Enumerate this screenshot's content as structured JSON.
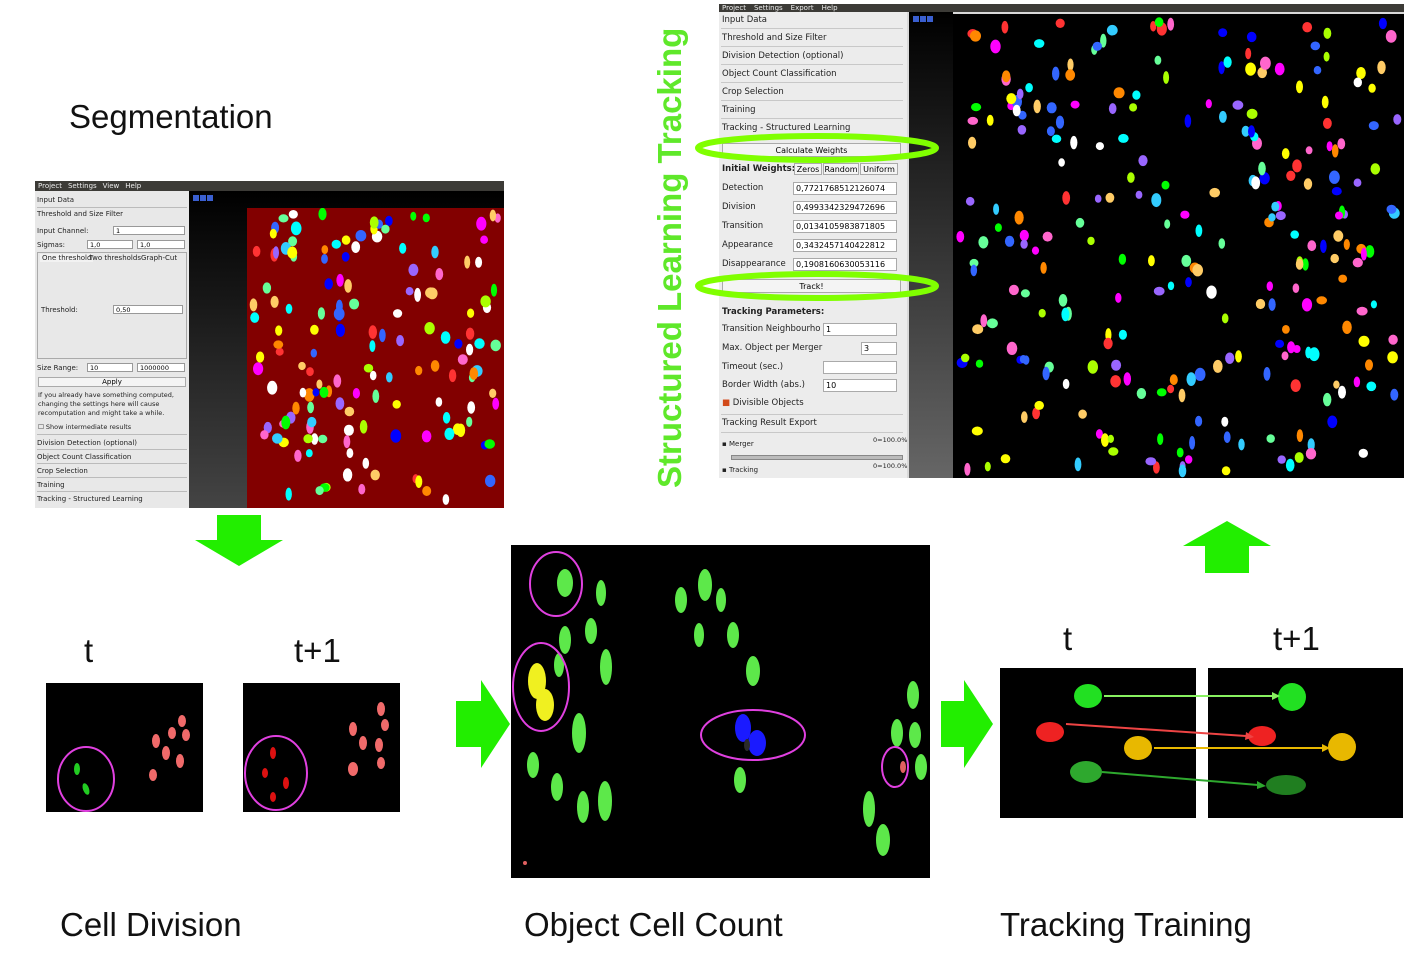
{
  "labels": {
    "segmentation": "Segmentation",
    "structured_learning_tracking": "Structured Learning Tracking",
    "cell_division": "Cell Division",
    "object_cell_count": "Object Cell Count",
    "tracking_training": "Tracking Training",
    "t_left": "t",
    "t1_left": "t+1",
    "t_right": "t",
    "t1_right": "t+1"
  },
  "colors": {
    "arrow_green": "#22ee00",
    "highlight_green": "#80ff00",
    "circle_magenta": "#e040e0",
    "seg_background": "#820000",
    "vertical_title": "#5fe82a"
  },
  "segmentation_app": {
    "menu": [
      "Project",
      "Settings",
      "View",
      "Help"
    ],
    "input_data": "Input Data",
    "threshold_filter": "Threshold and Size Filter",
    "input_channel_label": "Input Channel:",
    "input_channel_value": "1",
    "sigmas_label": "Sigmas:",
    "sigma1": "1,0",
    "sigma2": "1,0",
    "tabs": [
      "One threshold",
      "Two thresholds",
      "Graph-Cut"
    ],
    "threshold_label": "Threshold:",
    "threshold_value": "0,50",
    "size_range_label": "Size Range:",
    "size_min": "10",
    "size_max": "1000000",
    "apply": "Apply",
    "note": "If you already have something computed, changing the settings here will cause recomputation and might take a while.",
    "show_intermediate": "Show intermediate results",
    "nav_items": [
      "Division Detection (optional)",
      "Object Count Classification",
      "Crop Selection",
      "Training",
      "Tracking - Structured Learning"
    ]
  },
  "tracking_app": {
    "menu": [
      "Project",
      "Settings",
      "Export",
      "Help"
    ],
    "applets": [
      "Input Data",
      "Threshold and Size Filter",
      "Division Detection (optional)",
      "Object Count Classification",
      "Crop Selection",
      "Training",
      "Tracking - Structured Learning"
    ],
    "calculate_weights": "Calculate Weights",
    "initial_weights": "Initial Weights:",
    "weight_buttons": [
      "Zeros",
      "Random",
      "Uniform"
    ],
    "weights": [
      {
        "name": "Detection",
        "value": "0,7721768512126074"
      },
      {
        "name": "Division",
        "value": "0,4993342329472696"
      },
      {
        "name": "Transition",
        "value": "0,0134105983871805"
      },
      {
        "name": "Appearance",
        "value": "0,3432457140422812"
      },
      {
        "name": "Disappearance",
        "value": "0,1908160630053116"
      }
    ],
    "track": "Track!",
    "tracking_parameters": "Tracking Parameters:",
    "params": [
      {
        "name": "Transition Neighbourhood",
        "value": "1"
      },
      {
        "name": "Max. Object per Merger",
        "value": "3"
      },
      {
        "name": "Timeout (sec.)",
        "value": ""
      },
      {
        "name": "Border Width (abs.)",
        "value": "10"
      }
    ],
    "divisible_objects": "Divisible Objects",
    "tracking_result_export": "Tracking Result Export",
    "progress": [
      {
        "name": "Merger",
        "value": "0=100.0%"
      },
      {
        "name": "Tracking",
        "value": "0=100.0%"
      }
    ]
  }
}
